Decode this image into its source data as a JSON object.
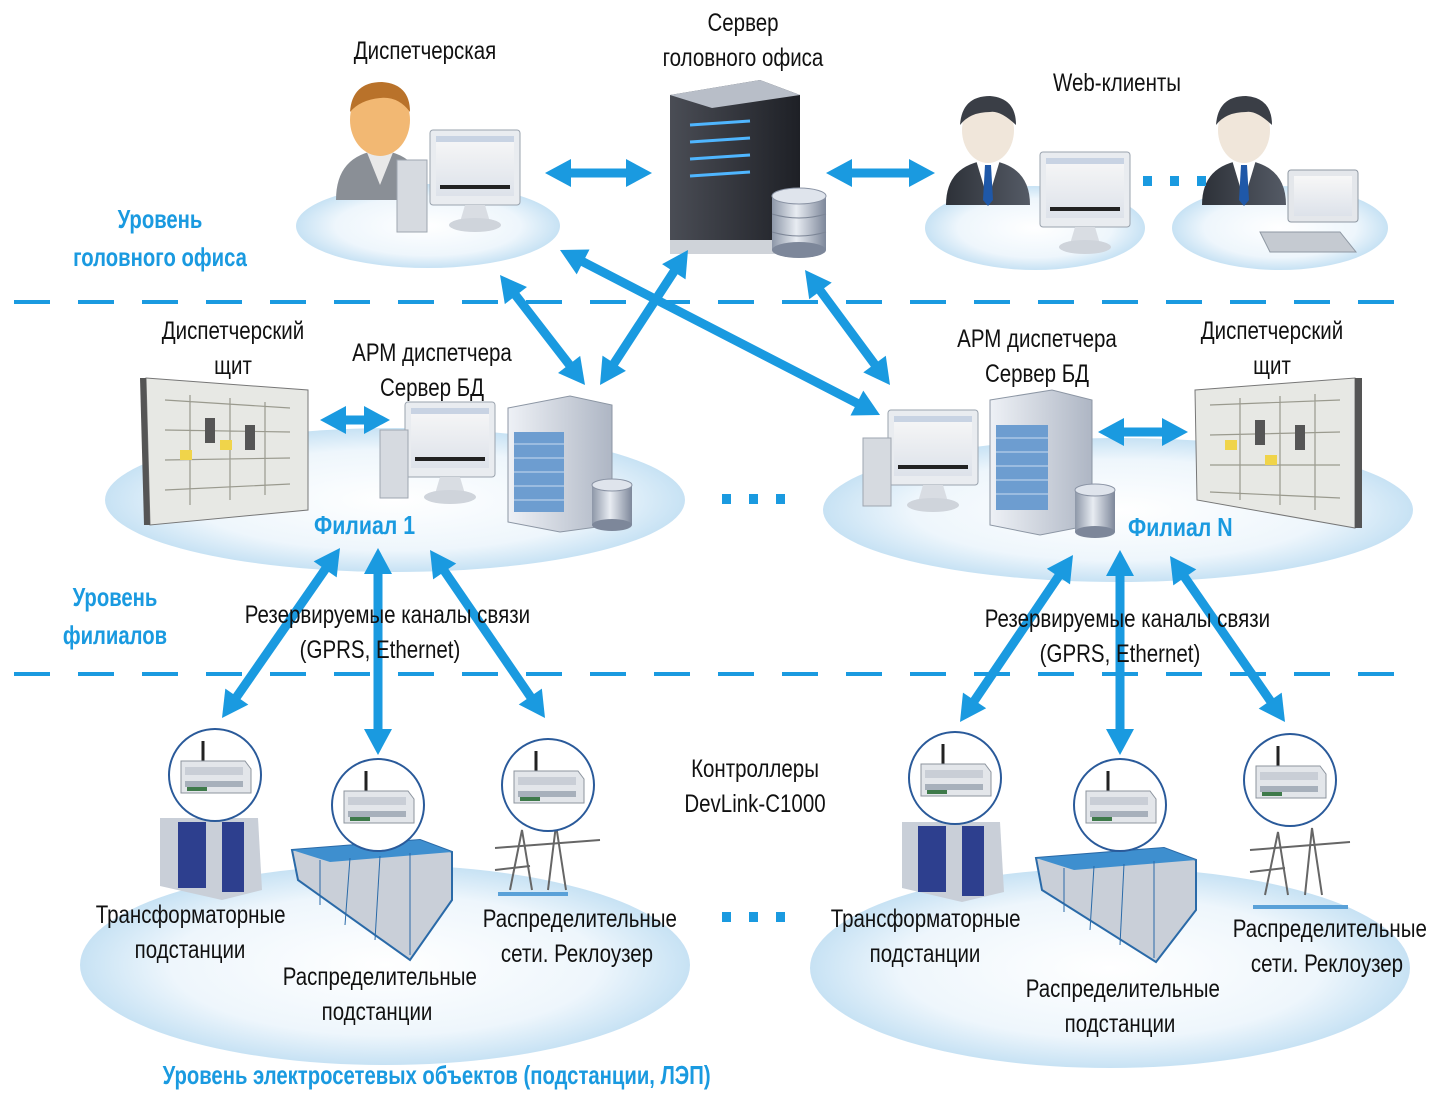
{
  "colors": {
    "accent": "#1a9ae0",
    "platform": "#dcedf8",
    "text": "#111111"
  },
  "levels": {
    "head_office": [
      "Уровень",
      "головного офиса"
    ],
    "branches": [
      "Уровень",
      "филиалов"
    ],
    "grid_objects": "Уровень электросетевых объектов (подстанции, ЛЭП)"
  },
  "head_office": {
    "dispatch_room": "Диспетчерская",
    "server": [
      "Сервер",
      "головного офиса"
    ],
    "web_clients": "Web-клиенты"
  },
  "branch_1": {
    "panel": [
      "Диспетчерский",
      "щит"
    ],
    "workstation": [
      "АРМ диспетчера",
      "Сервер БД"
    ],
    "name": "Филиал 1",
    "channels": [
      "Резервируемые каналы связи",
      "(GPRS, Ethernet)"
    ]
  },
  "branch_n": {
    "panel": [
      "Диспетчерский",
      "щит"
    ],
    "workstation": [
      "АРМ диспетчера",
      "Сервер БД"
    ],
    "name": "Филиал N",
    "channels": [
      "Резервируемые каналы связи",
      "(GPRS, Ethernet)"
    ]
  },
  "controllers": [
    "Контроллеры",
    "DevLink-C1000"
  ],
  "objects_group_1": {
    "transformer": [
      "Трансформаторные",
      "подстанции"
    ],
    "distribution": [
      "Распределительные",
      "подстанции"
    ],
    "recloser": [
      "Распределительные",
      "сети. Реклоузер"
    ]
  },
  "objects_group_n": {
    "transformer": [
      "Трансформаторные",
      "подстанции"
    ],
    "distribution": [
      "Распределительные",
      "подстанции"
    ],
    "recloser": [
      "Распределительные",
      "сети. Реклоузер"
    ]
  }
}
